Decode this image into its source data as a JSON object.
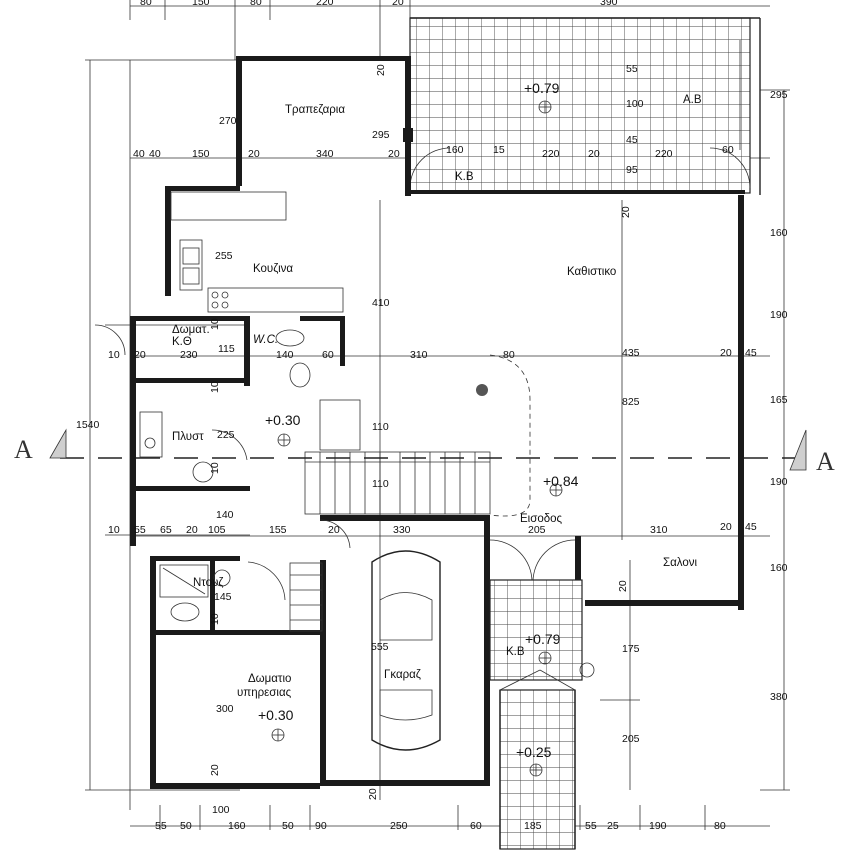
{
  "rooms": {
    "dining": "Τραπεζαρια",
    "kitchen": "Κουζινα",
    "living": "Καθιστικο",
    "maid_room": "Δωματ.\nΚ.Θ",
    "wc": "W.C.",
    "laundry": "Πλυστ",
    "entrance": "Εισοδος",
    "salon": "Σαλονι",
    "shower": "Ντουζ",
    "service_room_line1": "Δωματιο",
    "service_room_line2": "υπηρεσιας",
    "garage": "Γκαραζ",
    "covered_terrace_top": "Κ.Β",
    "covered_porch": "Κ.Β",
    "open_veranda": "Α.Β"
  },
  "levels": {
    "terrace": "+0.79",
    "landing": "+0.30",
    "entry": "+0.84",
    "porch": "+0.79",
    "service": "+0.30",
    "path": "+0.25"
  },
  "section_marks": {
    "left": "A",
    "right": "A"
  },
  "dimensions": {
    "top": [
      "80",
      "150",
      "80",
      "220",
      "20",
      "390"
    ],
    "row_dining": [
      "40",
      "40",
      "150",
      "20",
      "340",
      "20",
      "160",
      "15",
      "220",
      "20",
      "220",
      "60"
    ],
    "terrace_right": [
      "55",
      "100",
      "45",
      "95"
    ],
    "right_outer": [
      "295",
      "160",
      "190",
      "165",
      "190",
      "160",
      "380"
    ],
    "right_inner": [
      "20",
      "435",
      "825",
      "20",
      "45",
      "20",
      "45",
      "175",
      "205"
    ],
    "left_outer": "1540",
    "row_mid": [
      "10",
      "20",
      "230",
      "115",
      "140",
      "60",
      "310",
      "80"
    ],
    "row_lower": [
      "10",
      "55",
      "65",
      "20",
      "105",
      "155",
      "20",
      "330",
      "205",
      "310"
    ],
    "misc": [
      "270",
      "295",
      "20",
      "255",
      "410",
      "10",
      "10",
      "225",
      "10",
      "110",
      "110",
      "140",
      "145",
      "10",
      "555",
      "300",
      "20",
      "20",
      "100",
      "20"
    ],
    "bottom": [
      "55",
      "50",
      "160",
      "50",
      "90",
      "250",
      "60",
      "185",
      "55",
      "25",
      "190",
      "80"
    ]
  }
}
